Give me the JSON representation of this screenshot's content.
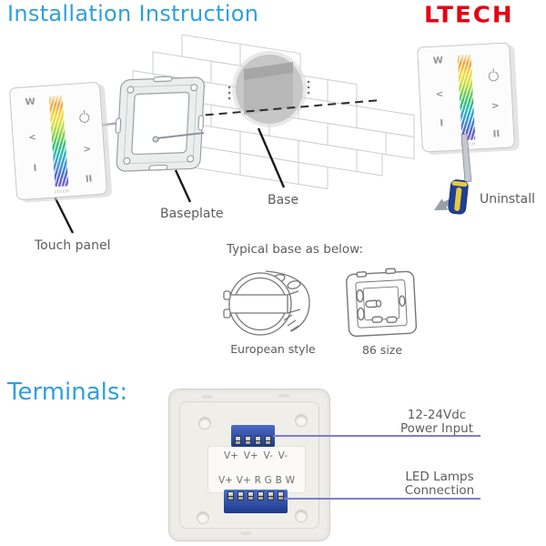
{
  "header": {
    "title": "Installation Instruction",
    "logo": "LTECH"
  },
  "panel_face": {
    "key_w": "W",
    "key_left": "<",
    "key_right": ">",
    "key_scene1": "I",
    "key_scene2": "II",
    "brand": "LTECH"
  },
  "exploded": {
    "touch_panel": "Touch panel",
    "baseplate": "Baseplate",
    "base": "Base",
    "uninstall": "Uninstall"
  },
  "typical_base": {
    "heading": "Typical base as below:",
    "european": "European style",
    "size86": "86 size"
  },
  "terminals": {
    "heading": "Terminals:",
    "top_row": [
      "V+",
      "V+",
      "V-",
      "V-"
    ],
    "bottom_row": [
      "V+",
      "V+",
      "R",
      "G",
      "B",
      "W"
    ],
    "power_line1": "12-24Vdc",
    "power_line2": "Power Input",
    "led_line1": "LED Lamps",
    "led_line2": "Connection"
  },
  "colors": {
    "accent": "#2E9FDF",
    "logo_red": "#E60014",
    "label_gray": "#5D5D5D",
    "terminal_blue": "#24479E",
    "leader_blue": "#7D7CD6"
  }
}
